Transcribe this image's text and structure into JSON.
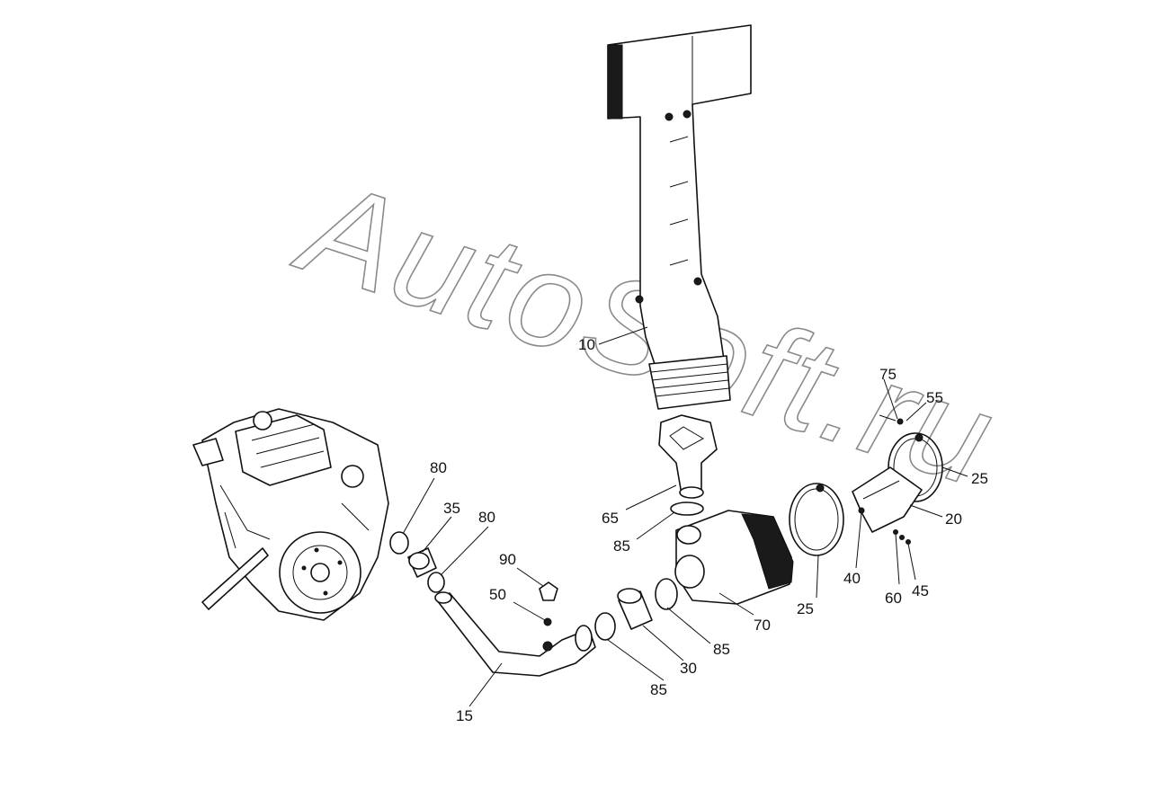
{
  "watermark": {
    "text": "AutoSoft.ru"
  },
  "callouts": [
    {
      "id": "10",
      "text": "10"
    },
    {
      "id": "15",
      "text": "15"
    },
    {
      "id": "20",
      "text": "20"
    },
    {
      "id": "25a",
      "text": "25"
    },
    {
      "id": "25b",
      "text": "25"
    },
    {
      "id": "30",
      "text": "30"
    },
    {
      "id": "35",
      "text": "35"
    },
    {
      "id": "40",
      "text": "40"
    },
    {
      "id": "45",
      "text": "45"
    },
    {
      "id": "50",
      "text": "50"
    },
    {
      "id": "55",
      "text": "55"
    },
    {
      "id": "60",
      "text": "60"
    },
    {
      "id": "65",
      "text": "65"
    },
    {
      "id": "70",
      "text": "70"
    },
    {
      "id": "75",
      "text": "75"
    },
    {
      "id": "80a",
      "text": "80"
    },
    {
      "id": "80b",
      "text": "80"
    },
    {
      "id": "85a",
      "text": "85"
    },
    {
      "id": "85b",
      "text": "85"
    },
    {
      "id": "85c",
      "text": "85"
    },
    {
      "id": "90",
      "text": "90"
    }
  ]
}
